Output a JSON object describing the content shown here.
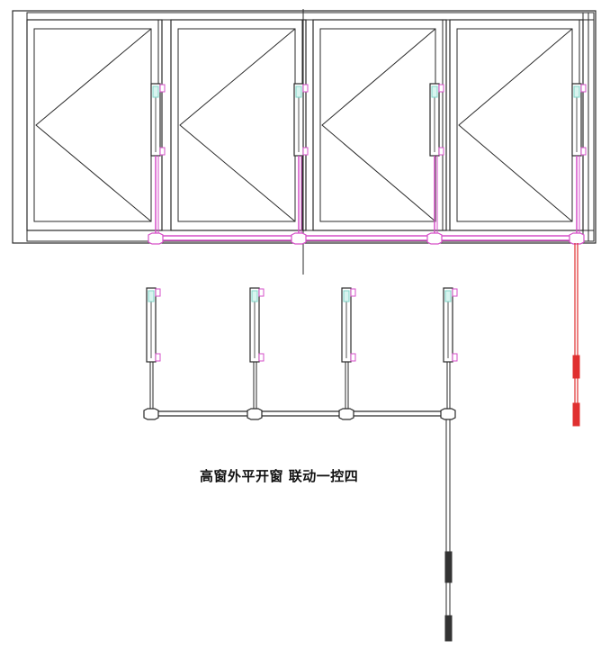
{
  "caption": "高窗外平开窗 联动一控四",
  "colors": {
    "line": "#2a2a2a",
    "pink": "#d64fc8",
    "teal": "#7fd6c8",
    "red": "#e03030",
    "dark_handle": "#333333"
  },
  "icons": {
    "actuator": "chain-actuator-icon",
    "connector": "rod-connector-icon",
    "control": "manual-control-handle-icon"
  },
  "window": {
    "sash_count": 4,
    "opening": "outward-casement"
  },
  "linkage": {
    "actuator_count": 4,
    "control": "one-controls-four"
  }
}
